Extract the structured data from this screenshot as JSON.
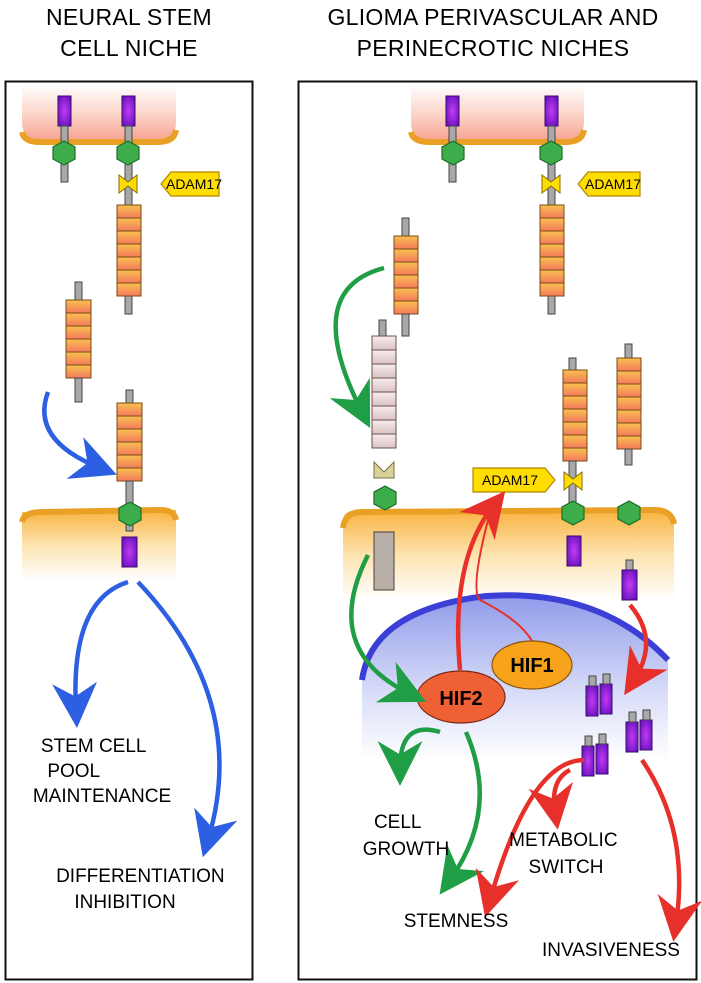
{
  "titles": {
    "left": [
      "NEURAL STEM",
      "CELL NICHE"
    ],
    "right": [
      "GLIOMA PERIVASCULAR AND",
      "PERINECROTIC NICHES"
    ]
  },
  "enzyme_label": "ADAM17",
  "factors": {
    "hif1": "HIF1",
    "hif2": "HIF2"
  },
  "outcomes": {
    "stem_cell_pool": [
      "STEM CELL",
      "POOL",
      "MAINTENANCE"
    ],
    "differentiation": [
      "DIFFERENTIATION",
      "INHIBITION"
    ],
    "cell_growth": [
      "CELL",
      "GROWTH"
    ],
    "metabolic_switch": [
      "METABOLIC",
      "SWITCH"
    ],
    "stemness": "STEMNESS",
    "invasiveness": "INVASIVENESS"
  },
  "colors": {
    "blue_arrow": "#2d5fe3",
    "green_arrow": "#1f9e45",
    "red_arrow": "#e8302a",
    "notch_segment": "#f7915a",
    "ligand_hexagon": "#3cad4a",
    "intracellular_domain": "#8a1be0",
    "adam17": "#ffdd00",
    "hif1": "#f6a21a",
    "hif2": "#ef6035"
  }
}
